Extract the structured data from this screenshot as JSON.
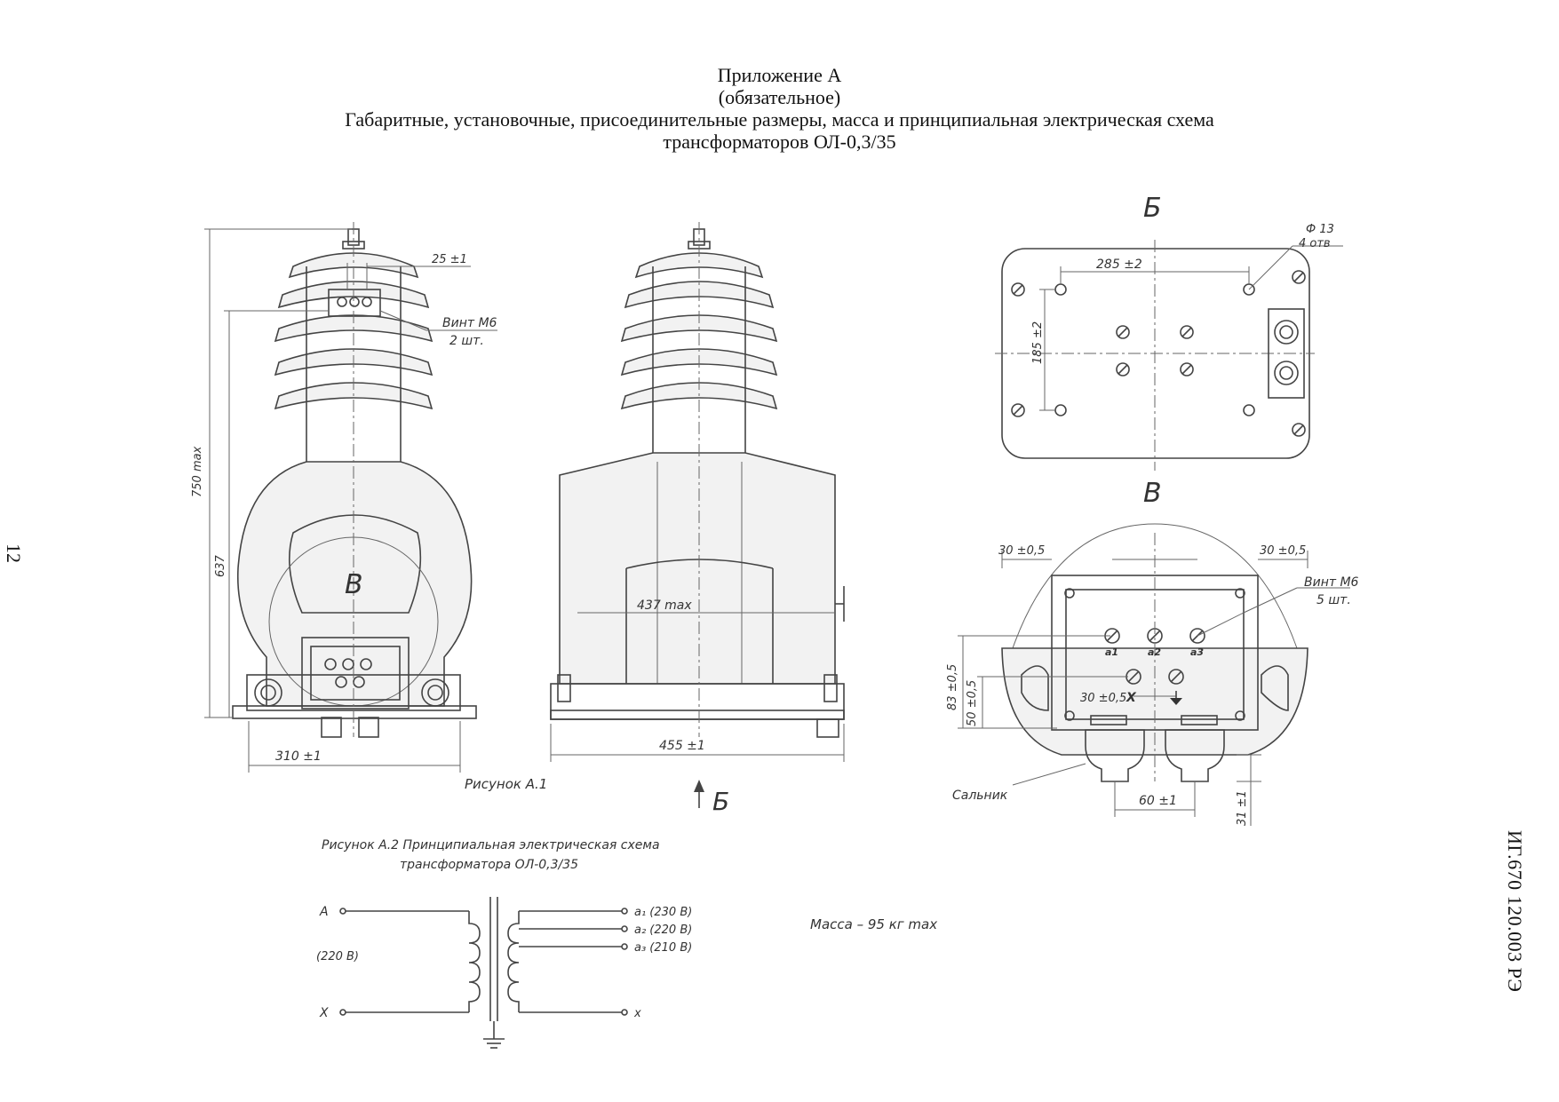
{
  "header": {
    "line1": "Приложение А",
    "line2": "(обязательное)",
    "line3": "Габаритные, установочные, присоединительные размеры, масса и принципиальная электрическая схема",
    "line4": "трансформаторов ОЛ-0,3/35"
  },
  "page_number": "12",
  "doc_number": "ИГ.670 120.003 РЭ",
  "figure1": {
    "caption": "Рисунок А.1",
    "dim_25": "25 ±1",
    "screw_label": "Винт М6",
    "screw_count": "2 шт.",
    "dim_750": "750 max",
    "dim_637": "637",
    "view_label": "В",
    "dim_310": "310 ±1",
    "dim_437": "437 max",
    "dim_455": "455 ±1",
    "arrow_label": "Б"
  },
  "view_b": {
    "title": "Б",
    "hole_dia": "Ф 13",
    "hole_count": "4 отв",
    "dim_285": "285 ±2",
    "dim_185": "185 ±2"
  },
  "view_v": {
    "title": "В",
    "dim_30_left": "30 ±0,5",
    "dim_30_right": "30 ±0,5",
    "screw_label": "Винт М6",
    "screw_count": "5 шт.",
    "dim_83": "83 ±0,5",
    "dim_50": "50 ±0,5",
    "dim_30_mid": "30 ±0,5",
    "terminals": [
      "а1",
      "а2",
      "а3"
    ],
    "terminal_x": "Х",
    "gland_label": "Сальник",
    "dim_60": "60 ±1",
    "dim_31": "31 ±1"
  },
  "figure2": {
    "caption_line1": "Рисунок А.2 Принципиальная электрическая схема",
    "caption_line2": "трансформатора ОЛ-0,3/35",
    "primary_a": "А",
    "primary_voltage": "(220 В)",
    "primary_x": "Х",
    "sec_a1": "а₁ (230 В)",
    "sec_a2": "а₂ (220 В)",
    "sec_a3": "а₃ (210 В)",
    "sec_x": "х"
  },
  "mass": "Масса – 95 кг max"
}
